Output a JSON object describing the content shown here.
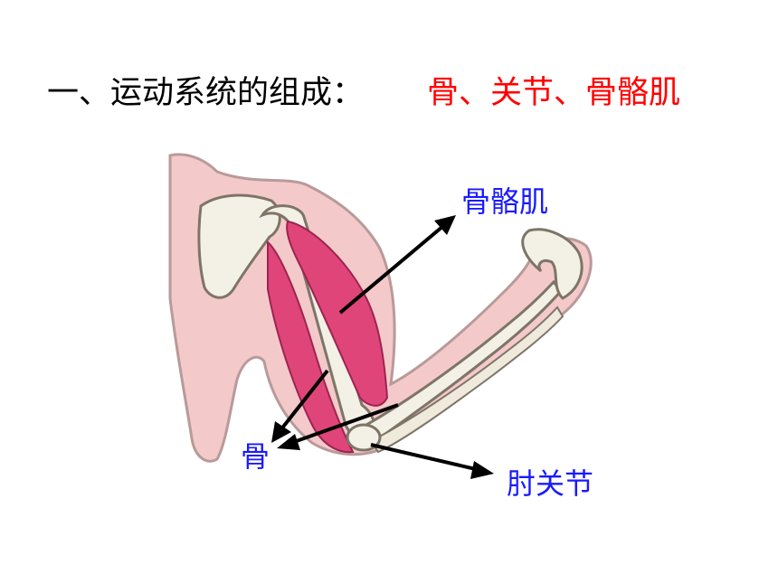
{
  "heading": {
    "question": "一、运动系统的组成：",
    "answer": "骨、关节、骨骼肌"
  },
  "labels": {
    "skeletal_muscle": "骨骼肌",
    "bone": "骨",
    "elbow_joint": "肘关节"
  },
  "colors": {
    "question_text": "#000000",
    "answer_text": "#ff0000",
    "label_text": "#1a1aff",
    "skin": "#f4c9c9",
    "muscle": "#e0457a",
    "bone": "#f3f0e6",
    "arrow": "#000000"
  }
}
